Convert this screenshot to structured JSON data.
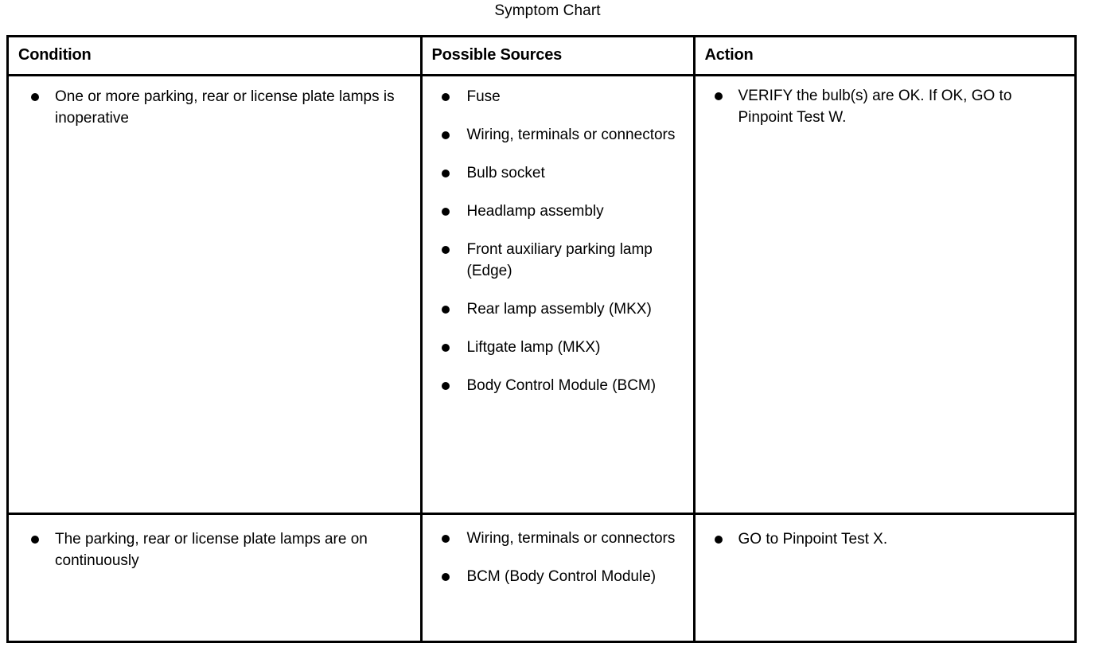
{
  "title": "Symptom Chart",
  "table": {
    "columns": [
      {
        "key": "condition",
        "header": "Condition"
      },
      {
        "key": "sources",
        "header": "Possible Sources"
      },
      {
        "key": "action",
        "header": "Action"
      }
    ],
    "rows": [
      {
        "condition": [
          "One or more parking, rear or license plate lamps is inoperative"
        ],
        "sources": [
          "Fuse",
          "Wiring, terminals or connectors",
          "Bulb socket",
          "Headlamp assembly",
          "Front auxiliary parking lamp (Edge)",
          "Rear lamp assembly (MKX)",
          "Liftgate lamp (MKX)",
          "Body Control Module (BCM)"
        ],
        "action": [
          "VERIFY the bulb(s) are OK. If OK, GO to Pinpoint Test W."
        ]
      },
      {
        "condition": [
          "The parking, rear or license plate lamps are on continuously"
        ],
        "sources": [
          "Wiring, terminals or connectors",
          "BCM (Body Control Module)"
        ],
        "action": [
          "GO to Pinpoint Test X."
        ]
      }
    ]
  },
  "colors": {
    "border": "#000000",
    "text": "#000000",
    "background": "#ffffff"
  }
}
